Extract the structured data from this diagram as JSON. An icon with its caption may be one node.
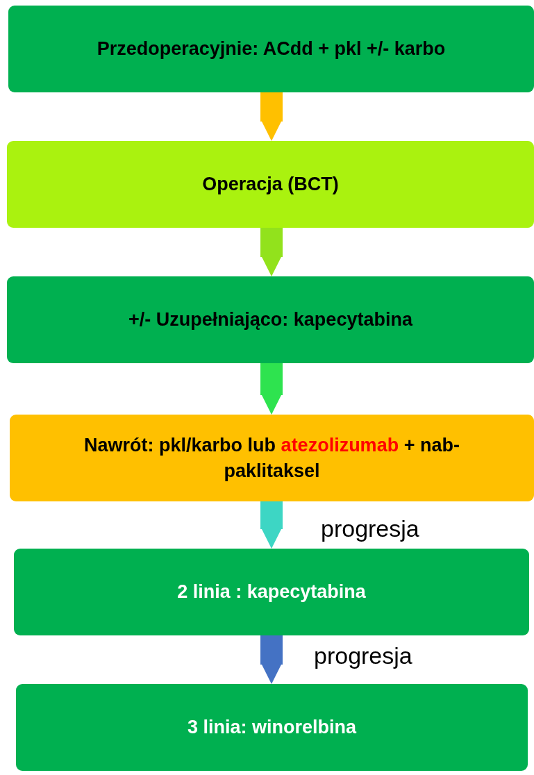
{
  "diagram": {
    "nodes": [
      {
        "text": [
          "Przedoperacyjnie: ACdd + pkl +/- karbo"
        ]
      },
      {
        "text": [
          "Operacja (BCT)"
        ]
      },
      {
        "text": [
          "+/- Uzupełniająco: kapecytabina"
        ]
      },
      {
        "text": [
          "Nawrót: pkl/karbo lub",
          "atezolizumab",
          "+ nab-paklitaksel"
        ]
      },
      {
        "text": [
          "2 linia : kapecytabina"
        ]
      },
      {
        "text": [
          "3 linia: winorelbina"
        ]
      }
    ],
    "edges": [
      {
        "from": 0,
        "to": 1,
        "arrow": "to",
        "color": "#ffc000"
      },
      {
        "from": 1,
        "to": 2,
        "arrow": "to",
        "color": "#92e21c"
      },
      {
        "from": 2,
        "to": 3,
        "arrow": "to",
        "color": "#2ee34f"
      },
      {
        "from": 3,
        "to": 4,
        "arrow": "to",
        "color": "#3dd6c4",
        "label": "progresja"
      },
      {
        "from": 4,
        "to": 5,
        "arrow": "to",
        "color": "#4472c4",
        "label": "progresja"
      }
    ]
  }
}
